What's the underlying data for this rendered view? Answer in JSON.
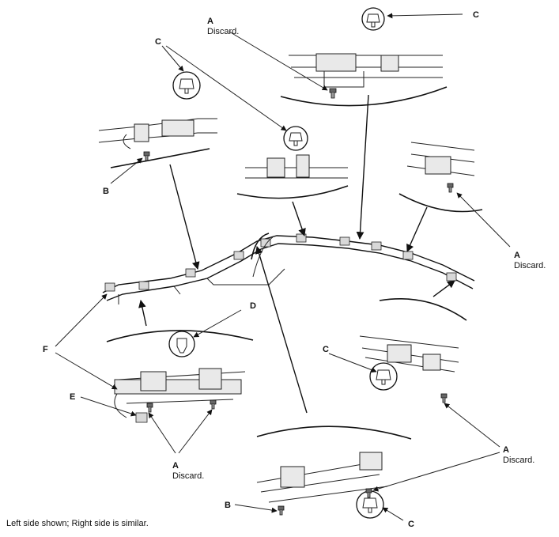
{
  "labels": {
    "A": "A",
    "B": "B",
    "C": "C",
    "D": "D",
    "E": "E",
    "F": "F",
    "discard": "Discard."
  },
  "footnote": "Left side shown; Right side is similar."
}
